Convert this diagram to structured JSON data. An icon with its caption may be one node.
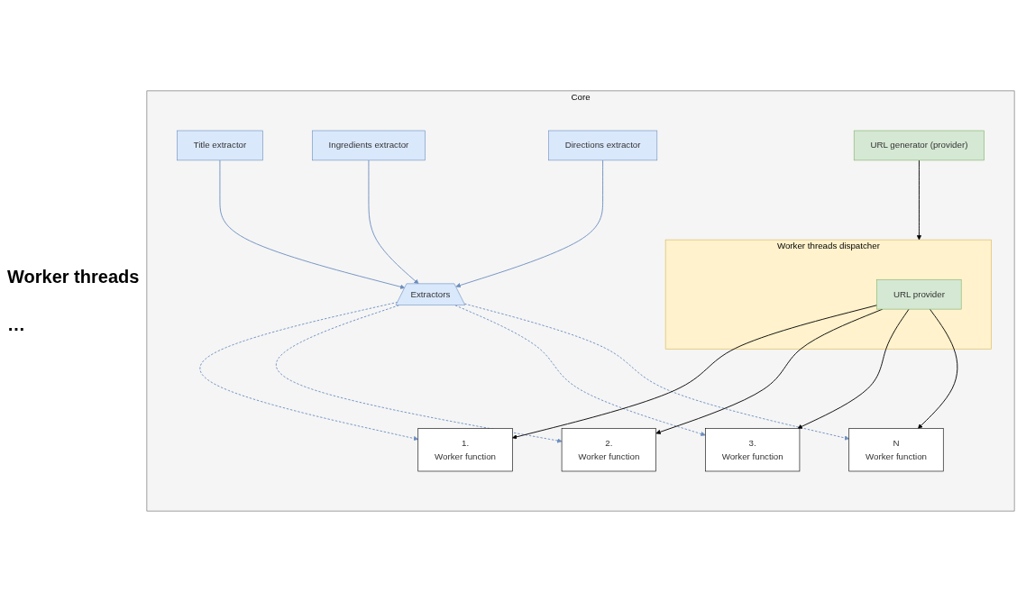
{
  "diagram": {
    "nodes": [
      {
        "text": [
          "Core"
        ]
      },
      {
        "text": [
          "URL generator (provider)"
        ],
        "in": 0
      },
      {
        "text": [
          "Title extractor"
        ],
        "in": 0
      },
      {
        "text": [
          "Ingredients extractor"
        ],
        "in": 0
      },
      {
        "text": [
          "Directions extractor"
        ],
        "in": 0
      },
      {
        "text": [
          "Extractors"
        ],
        "in": 0
      },
      {
        "text": [
          "Worker threads dispatcher"
        ],
        "in": 0
      },
      {
        "text": [
          "URL provider"
        ],
        "in": 6
      },
      {
        "text": [
          "1.",
          "Worker function"
        ],
        "in": 0
      },
      {
        "text": [
          "2.",
          "Worker function"
        ],
        "in": 0
      },
      {
        "text": [
          "3.",
          "Worker function"
        ],
        "in": 0
      },
      {
        "text": [
          "N",
          "Worker function"
        ],
        "in": 0
      }
    ],
    "edges": [
      {
        "from": 1,
        "to": 6,
        "arrow": "to",
        "color": "#000000"
      },
      {
        "from": 2,
        "to": 5,
        "arrow": "to",
        "color": "#6c8ebf"
      },
      {
        "from": 3,
        "to": 5,
        "arrow": "to",
        "color": "#6c8ebf"
      },
      {
        "from": 4,
        "to": 5,
        "arrow": "to",
        "color": "#6c8ebf"
      },
      {
        "from": 5,
        "to": 8,
        "arrow": "to",
        "style": "dashed",
        "color": "#6c8ebf"
      },
      {
        "from": 5,
        "to": 9,
        "arrow": "to",
        "style": "dashed",
        "color": "#6c8ebf"
      },
      {
        "from": 5,
        "to": 10,
        "arrow": "to",
        "style": "dashed",
        "color": "#6c8ebf"
      },
      {
        "from": 5,
        "to": 11,
        "arrow": "to",
        "style": "dashed",
        "color": "#6c8ebf"
      },
      {
        "from": 7,
        "to": 8,
        "arrow": "to",
        "color": "#000000"
      },
      {
        "from": 7,
        "to": 9,
        "arrow": "to",
        "color": "#000000"
      },
      {
        "from": 7,
        "to": 10,
        "arrow": "to",
        "color": "#000000"
      },
      {
        "from": 7,
        "to": 11,
        "arrow": "to",
        "color": "#000000"
      }
    ],
    "labels": [
      "Worker threads",
      "…"
    ]
  }
}
